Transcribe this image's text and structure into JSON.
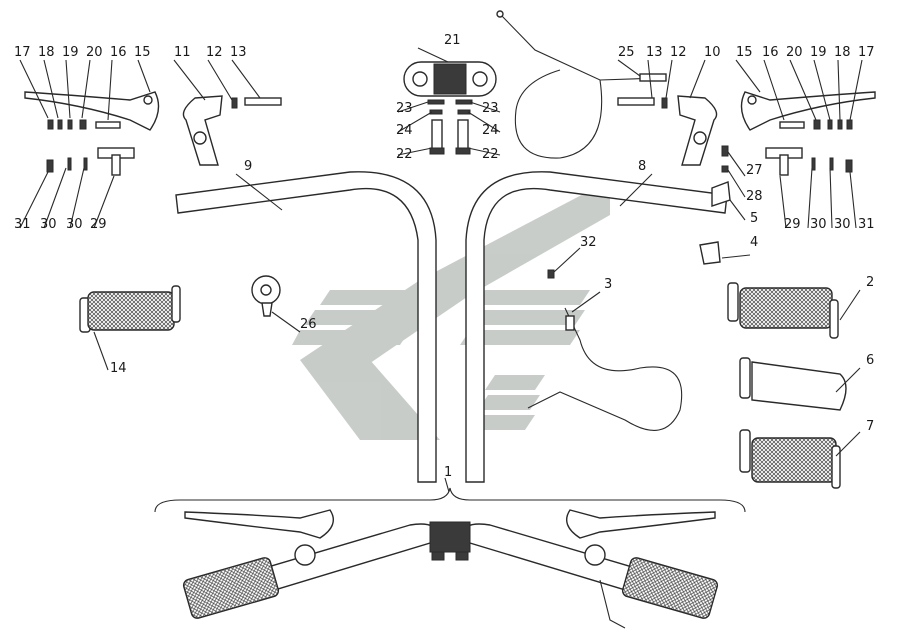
{
  "labels": [
    "1",
    "2",
    "3",
    "4",
    "5",
    "6",
    "7",
    "8",
    "9",
    "10",
    "11",
    "12",
    "13",
    "14",
    "15",
    "16",
    "17",
    "18",
    "19",
    "20",
    "21",
    "22",
    "23",
    "24",
    "25",
    "26",
    "27",
    "28",
    "29",
    "30",
    "31",
    "32"
  ],
  "colors": {
    "line": "#2a2a2a",
    "watermark": "#b8bdb9",
    "paper": "#ffffff"
  },
  "icons": {
    "watermark": "brand-logo-watermark"
  }
}
